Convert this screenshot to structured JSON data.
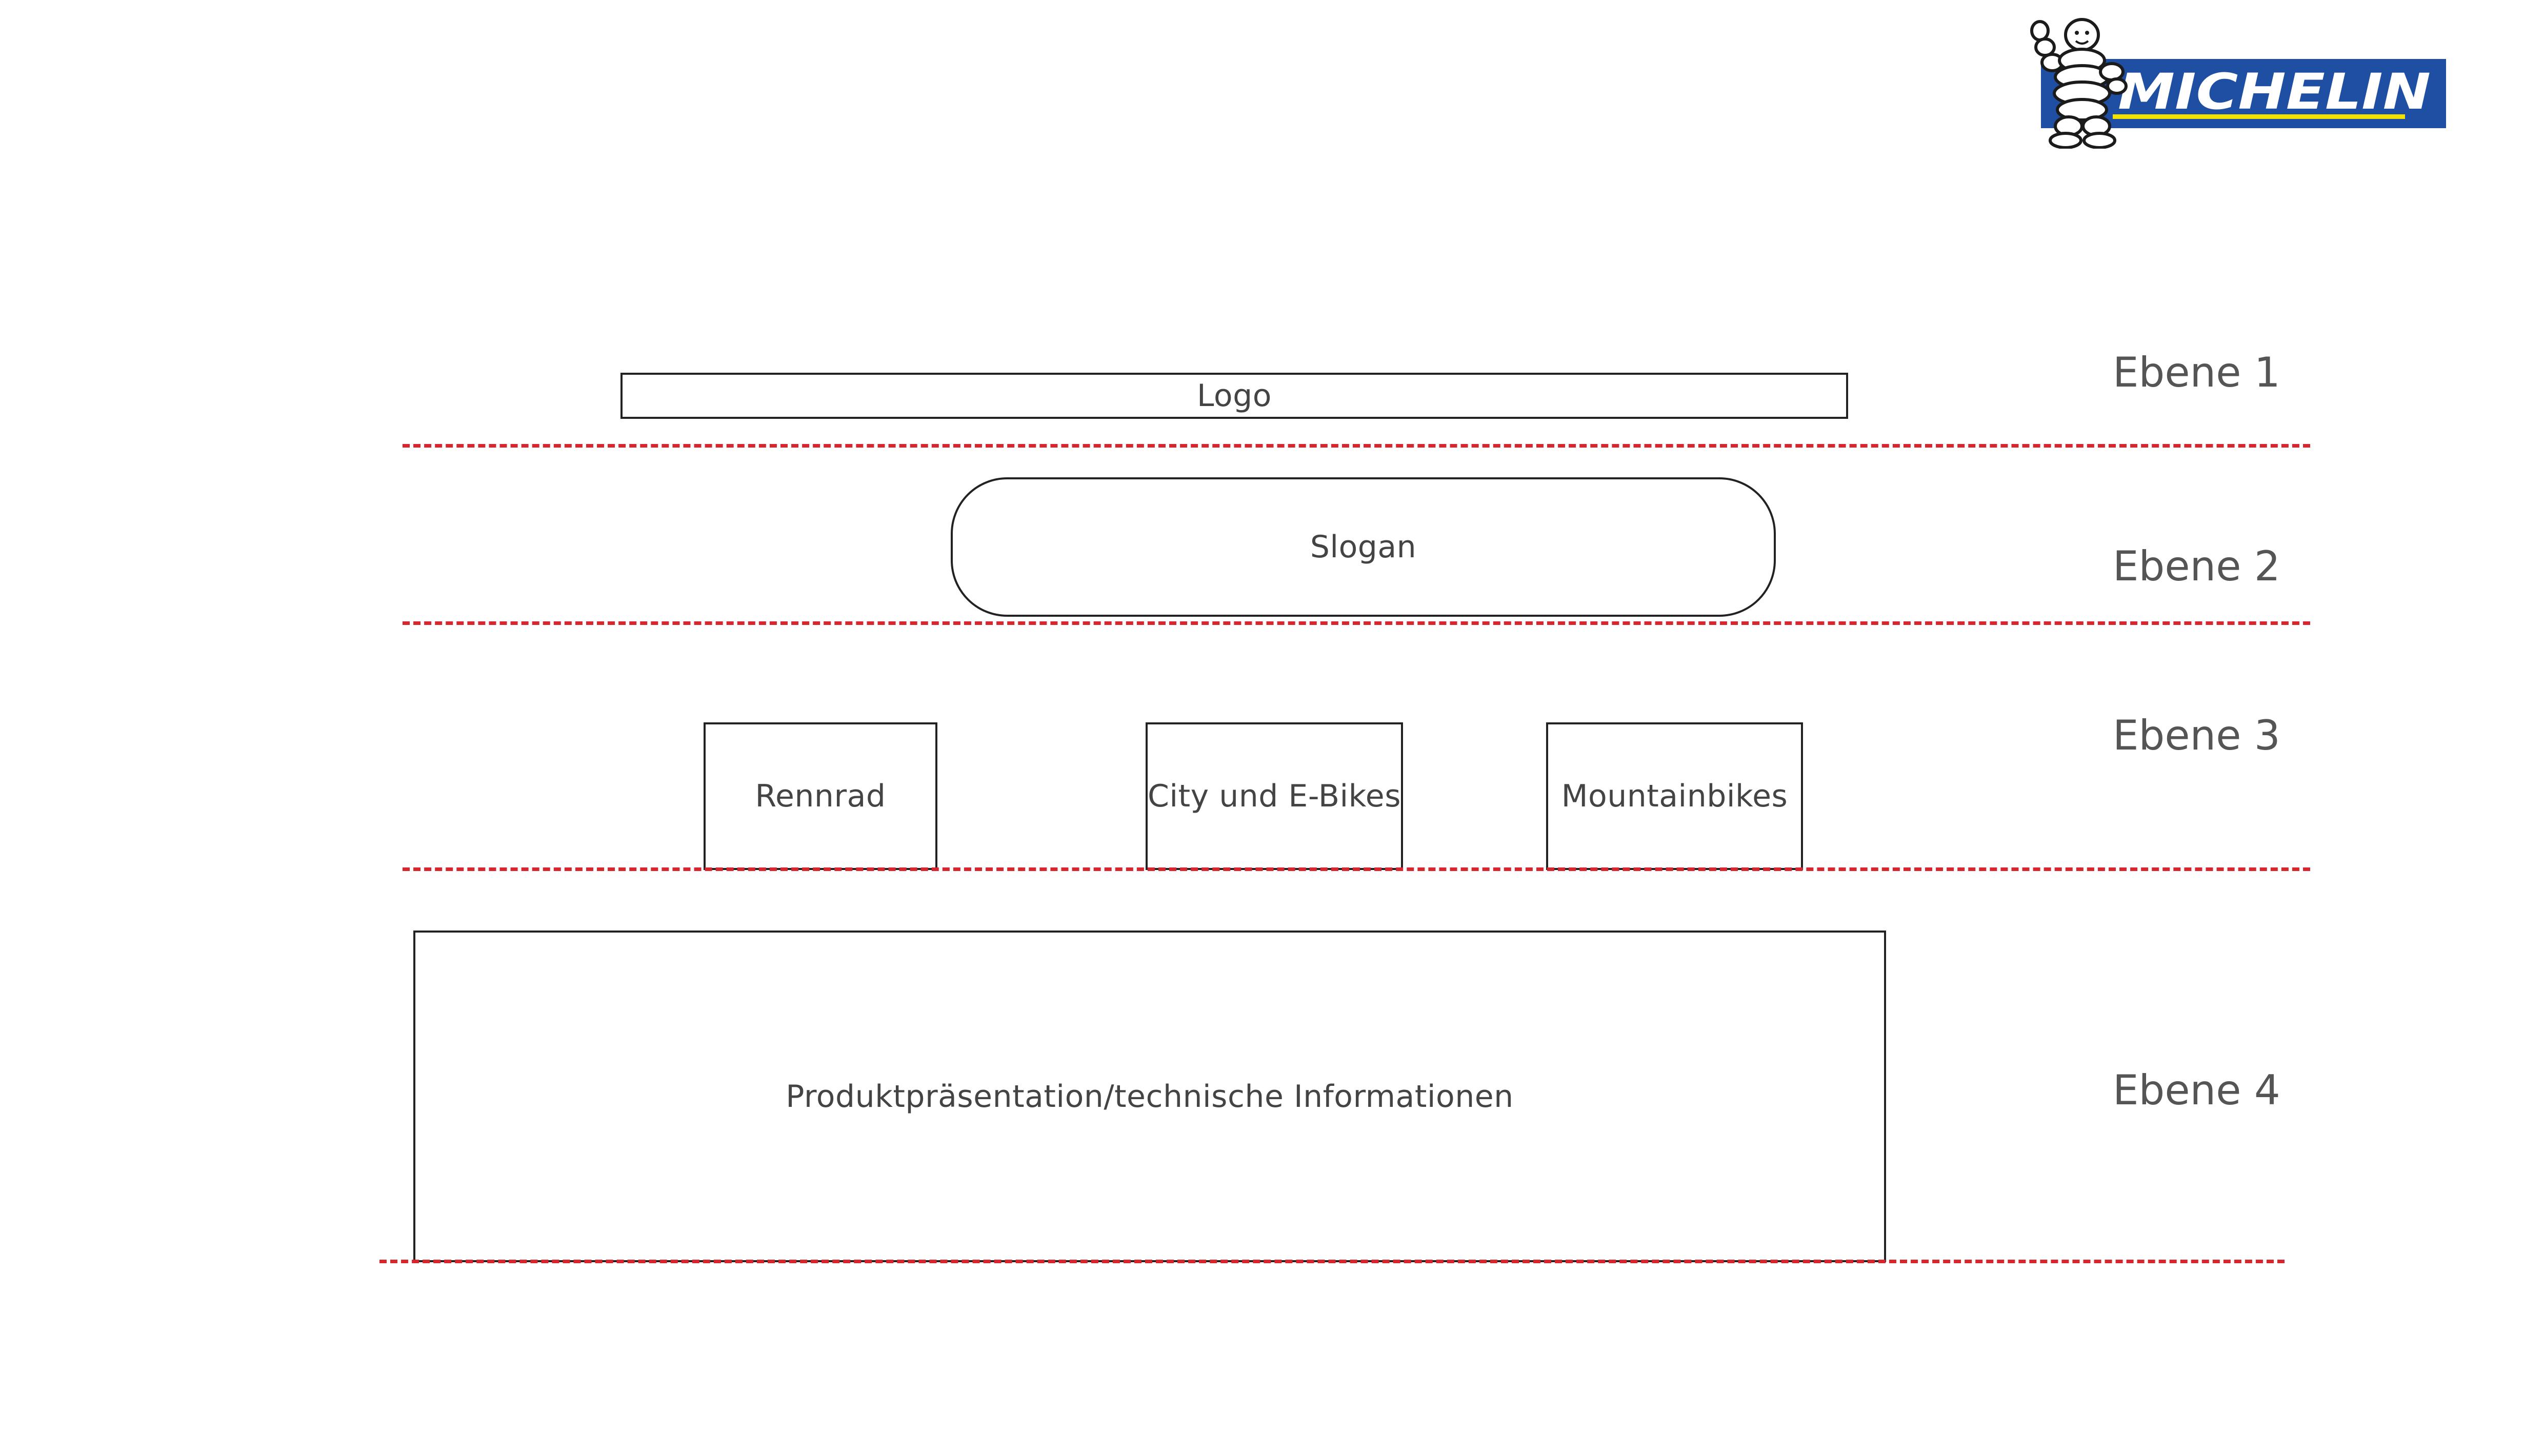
{
  "brand": {
    "name": "MICHELIN",
    "colors": {
      "blue": "#1f4fa3",
      "yellow": "#f2e200",
      "guide_red": "#d7262d"
    }
  },
  "levels": [
    {
      "label": "Ebene 1"
    },
    {
      "label": "Ebene 2"
    },
    {
      "label": "Ebene 3"
    },
    {
      "label": "Ebene 4"
    }
  ],
  "blocks": {
    "logo": "Logo",
    "slogan": "Slogan",
    "categories": [
      "Rennrad",
      "City und E-Bikes",
      "Mountainbikes"
    ],
    "product": "Produktpräsentation/technische Informationen"
  }
}
